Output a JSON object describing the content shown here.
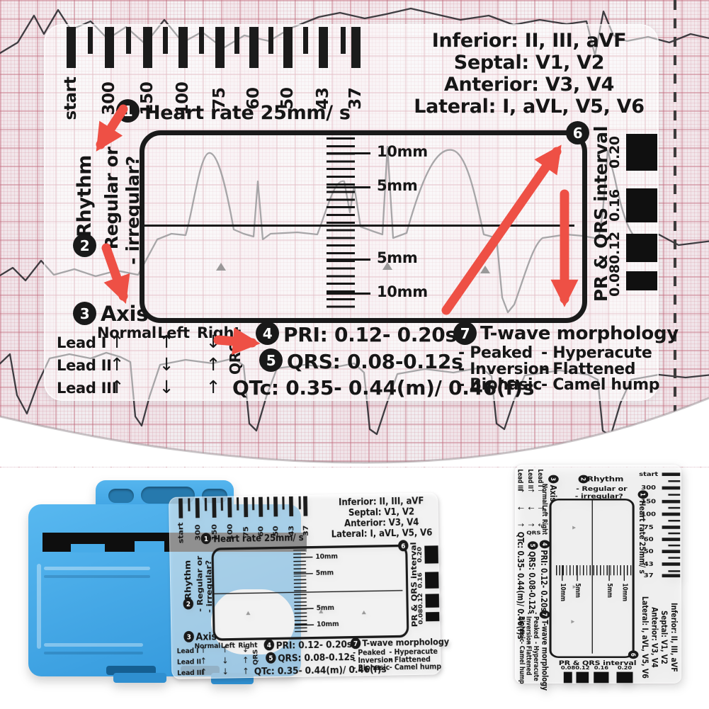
{
  "card": {
    "rate_labels": [
      "start",
      "300",
      "150",
      "100",
      "75",
      "60",
      "50",
      "43",
      "37"
    ],
    "step1_num": "1",
    "step1_label": "Heart rate 25mm/ s",
    "step2_num": "2",
    "step2_title": "Rhythm",
    "step2_line1": "- Regular or",
    "step2_line2": "- irregular?",
    "step3_num": "3",
    "step3_title": "Axis",
    "axis_cols": [
      "Normal",
      "Left",
      "Right"
    ],
    "axis_rows": [
      {
        "label": "Lead I",
        "a": [
          "↑",
          "↑",
          "↓"
        ]
      },
      {
        "label": "Lead II",
        "a": [
          "↑",
          "↓",
          "↑"
        ]
      },
      {
        "label": "Lead III",
        "a": [
          "↑",
          "↓",
          "↑"
        ]
      }
    ],
    "qrs_rot": "QRS",
    "step4_num": "4",
    "step4_label": "PRI: 0.12- 0.20s",
    "step5_num": "5",
    "step5_label": "QRS: 0.08-0.12s",
    "qtc": "QTc: 0.35- 0.44(m)/ 0.46(f)s",
    "step6_num": "6",
    "step7_num": "7",
    "step7_title": "T-wave morphology",
    "twave_left": [
      "- Peaked",
      "- Inversion",
      "- Biphasic"
    ],
    "twave_right": [
      "- Hyperacute",
      "- Flattened",
      "- Camel hump"
    ],
    "lead_groups": [
      "Inferior: II, III, aVF",
      "Septal: V1, V2",
      "Anterior: V3, V4",
      "Lateral: I, aVL, V5, V6"
    ],
    "interval_title": "PR & QRS interval",
    "interval_values": [
      "0.20",
      "0.16",
      "0.12",
      "0.08"
    ],
    "mm_labels": [
      "10mm",
      "5mm",
      "5mm",
      "10mm"
    ]
  },
  "colors": {
    "arrow_red": "#ee5045",
    "holder_blue": "#3fa9ea",
    "paper_pink": "#f4f0f2",
    "ink": "#1a1a1a"
  }
}
